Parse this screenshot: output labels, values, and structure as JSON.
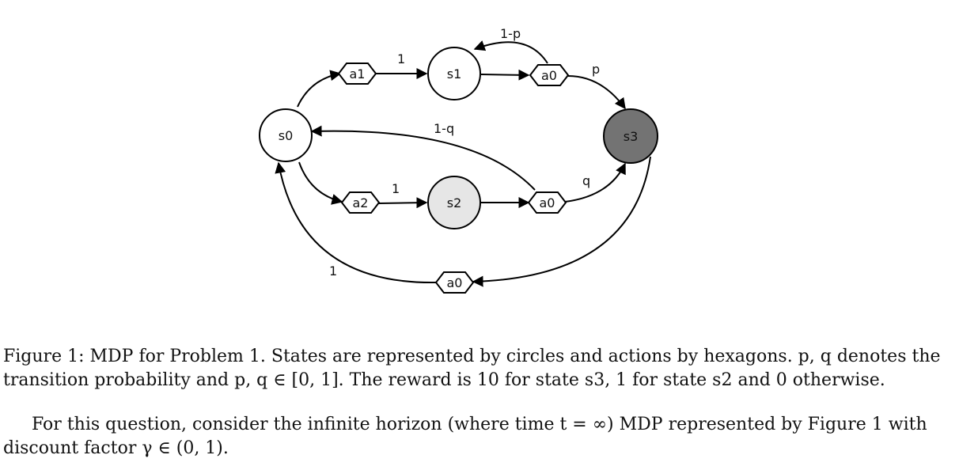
{
  "figure": {
    "states": [
      {
        "id": "s0",
        "label": "s0",
        "fill": "#ffffff"
      },
      {
        "id": "s1",
        "label": "s1",
        "fill": "#ffffff"
      },
      {
        "id": "s2",
        "label": "s2",
        "fill": "#e6e6e6"
      },
      {
        "id": "s3",
        "label": "s3",
        "fill": "#737373"
      }
    ],
    "actions": [
      {
        "id": "a1-from-s0",
        "label": "a1"
      },
      {
        "id": "a0-from-s1",
        "label": "a0"
      },
      {
        "id": "a2-from-s0",
        "label": "a2"
      },
      {
        "id": "a0-from-s2",
        "label": "a0"
      },
      {
        "id": "a0-from-s3",
        "label": "a0"
      }
    ],
    "edge_labels": {
      "a1_s1": "1",
      "s1_self": "1-p",
      "a0_s3_top": "p",
      "back_s0_top": "1-q",
      "a2_s2": "1",
      "a0_s3_bottom": "q",
      "a0_s0_bottom": "1"
    }
  },
  "caption": {
    "text": "Figure 1: MDP for Problem 1. States are represented by circles and actions by hexagons. p, q denotes the transition probability and p, q ∈ [0, 1]. The reward is 10 for state s3, 1 for state s2 and 0 otherwise."
  },
  "question": {
    "text": "For this question, consider the infinite horizon (where time t = ∞) MDP represented by Figure 1 with discount factor γ ∈ (0, 1)."
  }
}
